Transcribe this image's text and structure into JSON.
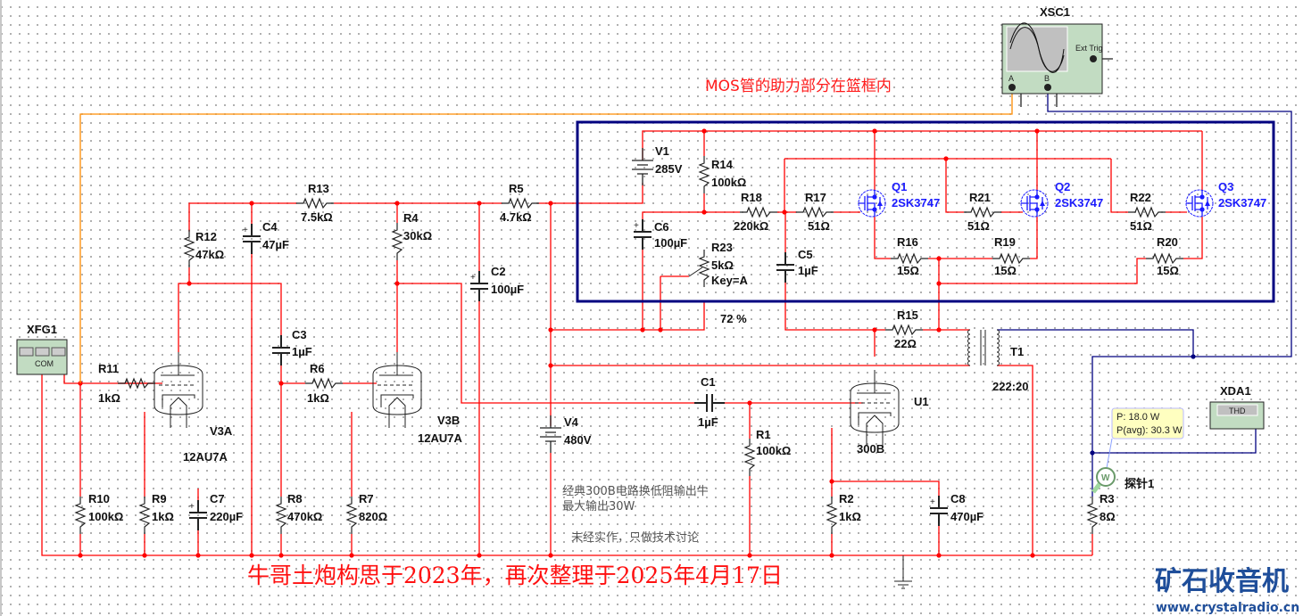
{
  "notes": {
    "mos_note": "MOS管的助力部分在篮框内",
    "desc_line1": "经典300B电路换低阻输出牛",
    "desc_line2": "最大输出30W",
    "disclaimer": "未经实作，只做技术讨论",
    "title": "牛哥土炮构思于2023年，再次整理于2025年4月17日",
    "pot_setting": "72 %"
  },
  "logo": {
    "name": "矿石收音机",
    "url": "www.crystalradio.cn"
  },
  "instruments": {
    "XSC1": {
      "ref": "XSC1",
      "ext_trig": "Ext Trig",
      "ch_a": "A",
      "ch_b": "B"
    },
    "XFG1": {
      "ref": "XFG1",
      "com": "COM"
    },
    "XDA1": {
      "ref": "XDA1",
      "display": "THD"
    },
    "probe": {
      "ref": "探针1",
      "p": "P: 18.0 W",
      "pavg": "P(avg): 30.3 W",
      "icon": "W"
    }
  },
  "components": {
    "R13": {
      "ref": "R13",
      "value": "7.5kΩ"
    },
    "R5": {
      "ref": "R5",
      "value": "4.7kΩ"
    },
    "R12": {
      "ref": "R12",
      "value": "47kΩ"
    },
    "C4": {
      "ref": "C4",
      "value": "47µF"
    },
    "R4": {
      "ref": "R4",
      "value": "30kΩ"
    },
    "C2": {
      "ref": "C2",
      "value": "100µF"
    },
    "C3": {
      "ref": "C3",
      "value": "1µF"
    },
    "R6": {
      "ref": "R6",
      "value": "1kΩ"
    },
    "R11": {
      "ref": "R11",
      "value": "1kΩ"
    },
    "V3A": {
      "ref": "V3A",
      "value": "12AU7A"
    },
    "V3B": {
      "ref": "V3B",
      "value": "12AU7A"
    },
    "R10": {
      "ref": "R10",
      "value": "100kΩ"
    },
    "R9": {
      "ref": "R9",
      "value": "1kΩ"
    },
    "C7": {
      "ref": "C7",
      "value": "220µF"
    },
    "R8": {
      "ref": "R8",
      "value": "470kΩ"
    },
    "R7": {
      "ref": "R7",
      "value": "820Ω"
    },
    "V1": {
      "ref": "V1",
      "value": "285V"
    },
    "R14": {
      "ref": "R14",
      "value": "100kΩ"
    },
    "R18": {
      "ref": "R18",
      "value": "220kΩ"
    },
    "R17": {
      "ref": "R17",
      "value": "51Ω"
    },
    "C6": {
      "ref": "C6",
      "value": "100µF"
    },
    "R23": {
      "ref": "R23",
      "value": "5kΩ",
      "key": "Key=A"
    },
    "C5": {
      "ref": "C5",
      "value": "1µF"
    },
    "Q1": {
      "ref": "Q1",
      "value": "2SK3747"
    },
    "Q2": {
      "ref": "Q2",
      "value": "2SK3747"
    },
    "Q3": {
      "ref": "Q3",
      "value": "2SK3747"
    },
    "R21": {
      "ref": "R21",
      "value": "51Ω"
    },
    "R22": {
      "ref": "R22",
      "value": "51Ω"
    },
    "R16": {
      "ref": "R16",
      "value": "15Ω"
    },
    "R19": {
      "ref": "R19",
      "value": "15Ω"
    },
    "R20": {
      "ref": "R20",
      "value": "15Ω"
    },
    "R15": {
      "ref": "R15",
      "value": "22Ω"
    },
    "T1": {
      "ref": "T1",
      "value": "222:20"
    },
    "C1": {
      "ref": "C1",
      "value": "1µF"
    },
    "V4": {
      "ref": "V4",
      "value": "480V"
    },
    "R1": {
      "ref": "R1",
      "value": "100kΩ"
    },
    "U1": {
      "ref": "U1",
      "value": "300B"
    },
    "R2": {
      "ref": "R2",
      "value": "1kΩ"
    },
    "C8": {
      "ref": "C8",
      "value": "470µF"
    },
    "R3": {
      "ref": "R3",
      "value": "8Ω"
    }
  },
  "colors": {
    "wire": "#ff0000",
    "instrument_wire": "#ff8c00",
    "probe_wire": "#00007f",
    "mos_box": "#000080",
    "mosfet": "#1a1aff"
  }
}
